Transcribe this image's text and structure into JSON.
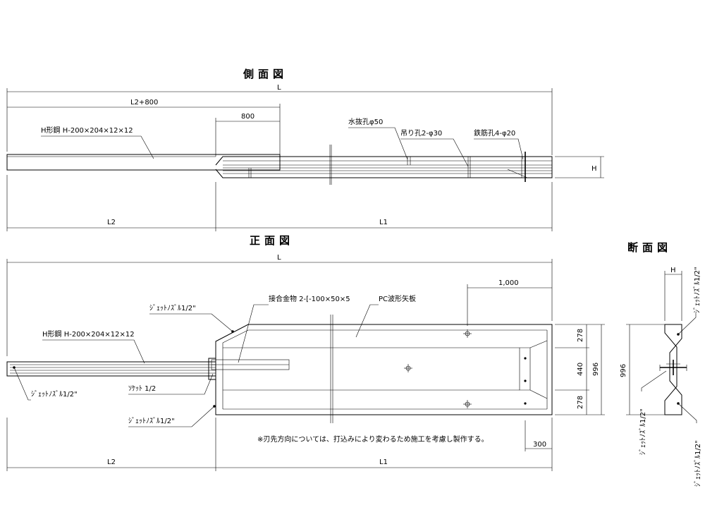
{
  "side_view": {
    "title": "側面図",
    "dim_L": "L",
    "dim_L2_800": "L2+800",
    "dim_800": "800",
    "dim_L2": "L2",
    "dim_L1": "L1",
    "dim_H": "H",
    "label_h_steel": "H形鋼 H-200×204×12×12",
    "label_drain": "水抜孔φ50",
    "label_lift": "吊り孔2-φ30",
    "label_rebar": "鉄筋孔4-φ20"
  },
  "front_view": {
    "title": "正面図",
    "dim_L": "L",
    "dim_1000": "1,000",
    "dim_278_top": "278",
    "dim_440": "440",
    "dim_278_bot": "278",
    "dim_996": "996",
    "dim_300": "300",
    "dim_L2": "L2",
    "dim_L1": "L1",
    "label_joint": "接合金物 2-[-100×50×5",
    "label_pc": "PC波形矢板",
    "label_jet_top": "ｼﾞｪｯﾄﾉｽﾞﾙ1/2\"",
    "label_h_steel": "H形鋼 H-200×204×12×12",
    "label_jet_left": "ｼﾞｪｯﾄﾉｽﾞﾙ1/2\"",
    "label_socket": "ｿｹｯﾄ 1/2",
    "label_jet_bot": "ｼﾞｪｯﾄﾉｽﾞﾙ1/2\"",
    "note": "※刃先方向については、打込みにより変わるため施工を考慮し製作する。"
  },
  "section_view": {
    "title": "断面図",
    "dim_H": "H",
    "dim_996": "996",
    "label_jet_top": "ｼﾞｪｯﾄﾉｽﾞﾙ1/2\"",
    "label_jet_mid": "ｼﾞｪｯﾄﾉｽﾞﾙ1/2\"",
    "label_jet_bot": "ｼﾞｪｯﾄﾉｽﾞﾙ1/2\""
  }
}
